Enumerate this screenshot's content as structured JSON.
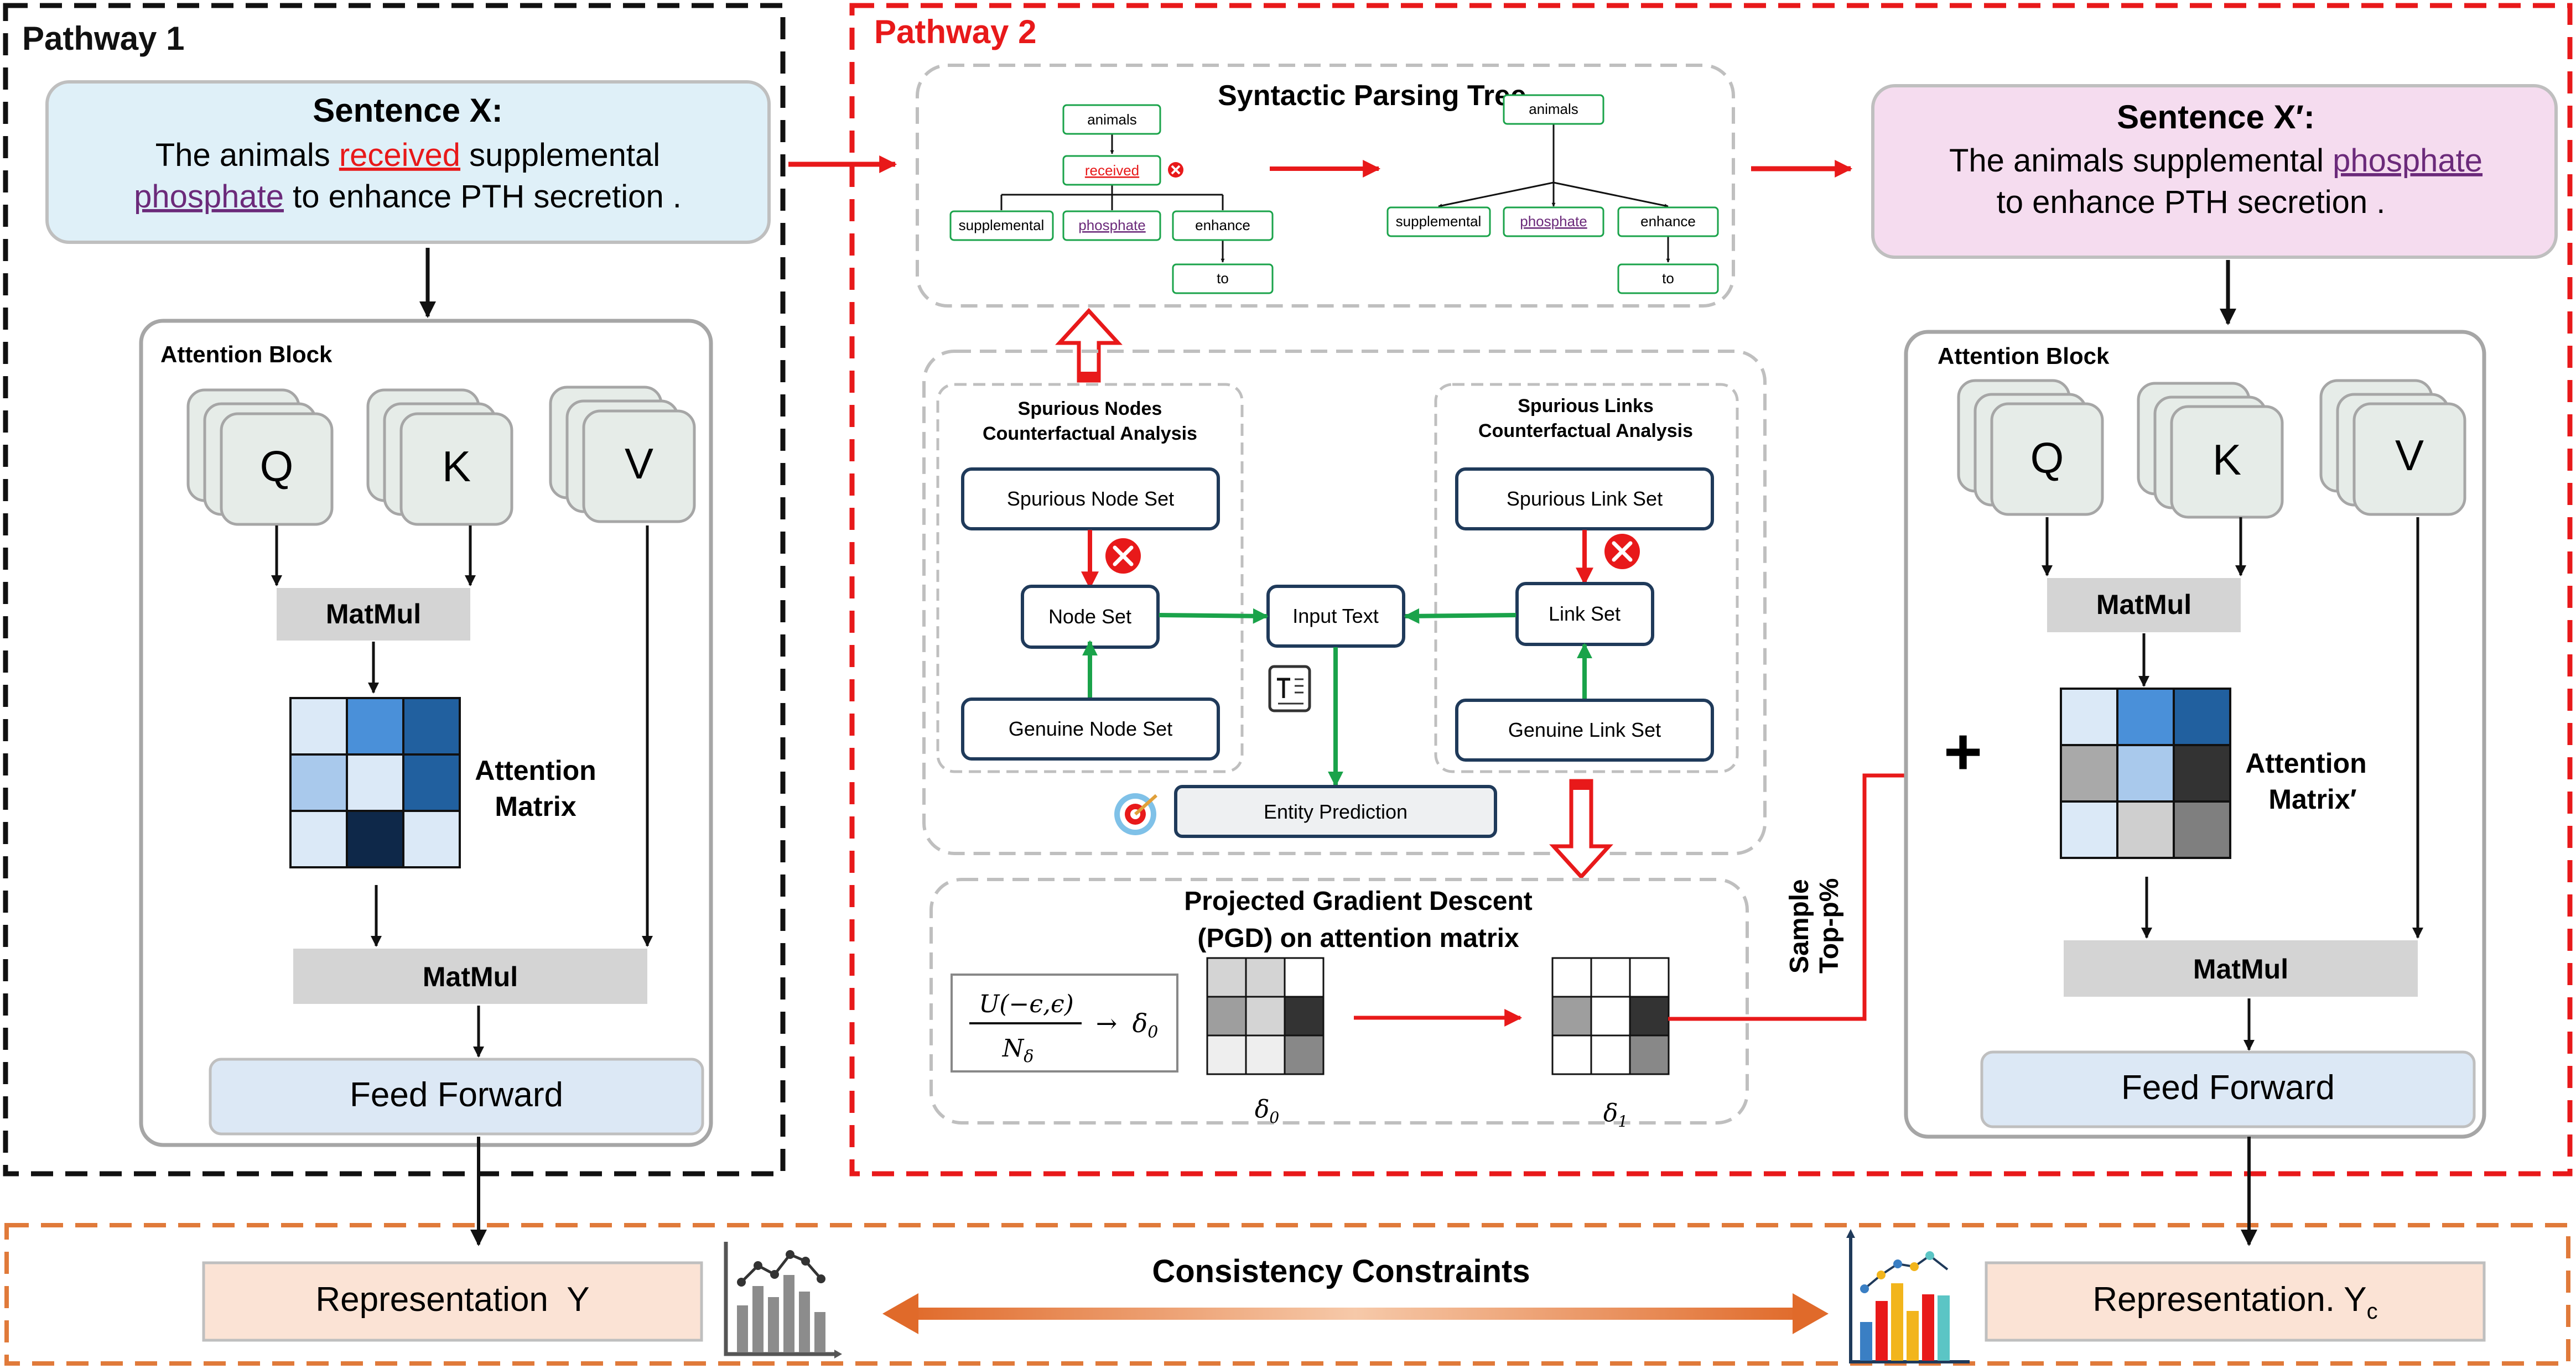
{
  "pathway1": {
    "title": "Pathway 1",
    "sentence_title": "Sentence X:",
    "sentence_line1_pre": "The animals ",
    "sentence_line1_red": "received",
    "sentence_line1_post": " supplemental",
    "sentence_line2_purple": "phosphate",
    "sentence_line2_post": " to enhance PTH secretion .",
    "attention_block": "Attention Block",
    "q": "Q",
    "k": "K",
    "v": "V",
    "matmul1": "MatMul",
    "matrix_label_1": "Attention",
    "matrix_label_2": "Matrix",
    "matmul2": "MatMul",
    "feed_forward": "Feed Forward",
    "matrix_colors": [
      "#dbe9f7",
      "#4a90d9",
      "#21609f",
      "#a9c9ec",
      "#dbe9f7",
      "#21609f",
      "#dbe9f7",
      "#0e2849",
      "#dbe9f7"
    ]
  },
  "pathway2": {
    "title": "Pathway 2",
    "tree_title": "Syntactic Parsing Tree",
    "tree_left": {
      "root": "animals",
      "removed": "received",
      "c1": "supplemental",
      "c2": "phosphate",
      "c3": "enhance",
      "c4": "to"
    },
    "tree_right": {
      "root": "animals",
      "c1": "supplemental",
      "c2": "phosphate",
      "c3": "enhance",
      "c4": "to"
    },
    "nodes_title_1": "Spurious Nodes",
    "nodes_title_2": "Counterfactual Analysis",
    "spurious_node_set": "Spurious Node Set",
    "node_set": "Node Set",
    "genuine_node_set": "Genuine Node Set",
    "links_title_1": "Spurious Links",
    "links_title_2": "Counterfactual Analysis",
    "spurious_link_set": "Spurious Link Set",
    "link_set": "Link Set",
    "genuine_link_set": "Genuine Link Set",
    "input_text": "Input Text",
    "entity_prediction": "Entity Prediction",
    "pgd_title_1": "Projected Gradient Descent",
    "pgd_title_2": "(PGD) on attention matrix",
    "formula_num": "U(−ϵ,ϵ)",
    "formula_den": "N",
    "formula_den_sub": "δ",
    "formula_arrow": "→",
    "formula_res": "δ",
    "formula_res_sub": "0",
    "delta0": "δ",
    "delta0_sub": "0",
    "delta1": "δ",
    "delta1_sub": "1",
    "sample_label_1": "Sample",
    "sample_label_2": "Top-p%",
    "delta0_colors": [
      "#d4d4d4",
      "#d4d4d4",
      "#ffffff",
      "#9e9e9e",
      "#d4d4d4",
      "#333333",
      "#eeeeee",
      "#eeeeee",
      "#888888"
    ],
    "delta1_colors": [
      "#ffffff",
      "#ffffff",
      "#ffffff",
      "#9e9e9e",
      "#ffffff",
      "#333333",
      "#ffffff",
      "#ffffff",
      "#888888"
    ]
  },
  "right": {
    "sentence_title": "Sentence X′:",
    "sentence_line1_pre": "The animals supplemental ",
    "sentence_line1_purple": "phosphate",
    "sentence_line2": "to enhance PTH secretion .",
    "attention_block": "Attention Block",
    "q": "Q",
    "k": "K",
    "v": "V",
    "matmul1": "MatMul",
    "plus": "+",
    "matrix_label_1": "Attention",
    "matrix_label_2": "Matrix′",
    "matmul2": "MatMul",
    "feed_forward": "Feed Forward",
    "matrix_colors": [
      "#dbe9f7",
      "#4a90d9",
      "#21609f",
      "#a9a9a9",
      "#a9c9ec",
      "#333333",
      "#dbe9f7",
      "#cfcfcf",
      "#7f7f7f"
    ]
  },
  "bottom": {
    "rep_y": "Representation  Y",
    "consistency": "Consistency Constraints",
    "rep_yc": "Representation. Y",
    "rep_yc_sub": "c"
  },
  "colors": {
    "red": "#e8191a",
    "green": "#1aa34a",
    "purple": "#6b2a7a",
    "orange": "#e07a3a",
    "blue_box": "#dff0f8",
    "pink_box": "#f5dcef",
    "peach": "#fbe3d5",
    "ff_blue": "#dce8f5",
    "qkv": "#e6ece8"
  }
}
